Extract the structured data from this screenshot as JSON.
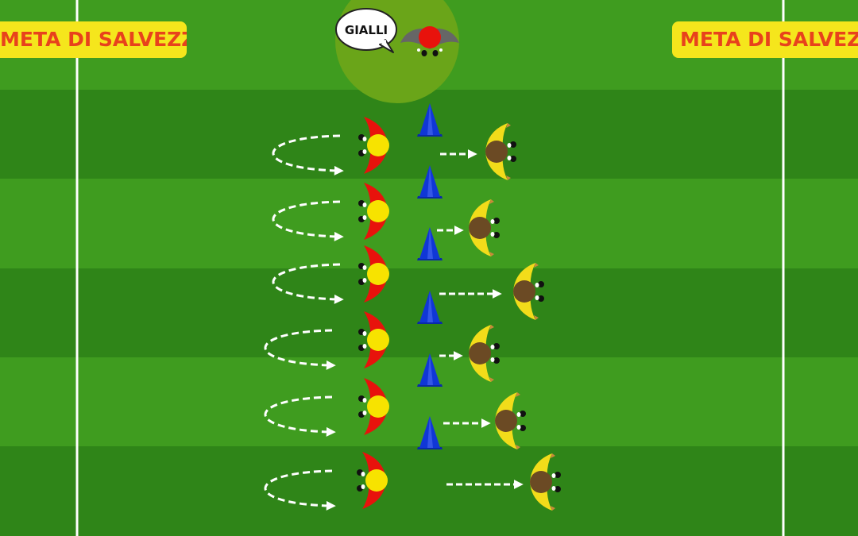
{
  "zones": {
    "left_label": "META DI SALVEZZA",
    "right_label": "META DI SALVEZZA"
  },
  "coach": {
    "speech": "GIALLI"
  },
  "colors": {
    "grass_light": "#3f9c1f",
    "grass_dark": "#2f8518",
    "line": "#ffffff",
    "coach_circle": "#6aa519",
    "label_bg": "#f5e61c",
    "label_text": "#e8421c",
    "cone": "#1037d6",
    "red_shirt": "#e8120c",
    "yellow_shirt": "#f2dc1a",
    "hair_blond": "#f7e300",
    "hair_brown": "#6b4a24"
  },
  "icons": {
    "red_player": "red-player-icon",
    "yellow_player": "yellow-player-icon",
    "cone": "cone-icon",
    "coach": "coach-icon"
  },
  "rows": [
    {
      "red_player": "red",
      "yellow_player": "yellow",
      "cone": "blue"
    },
    {
      "red_player": "red",
      "yellow_player": "yellow",
      "cone": "blue"
    },
    {
      "red_player": "red",
      "yellow_player": "yellow",
      "cone": "blue"
    },
    {
      "red_player": "red",
      "yellow_player": "yellow",
      "cone": "blue"
    },
    {
      "red_player": "red",
      "yellow_player": "yellow",
      "cone": "blue"
    },
    {
      "red_player": "red",
      "yellow_player": "yellow",
      "cone": "blue"
    }
  ]
}
